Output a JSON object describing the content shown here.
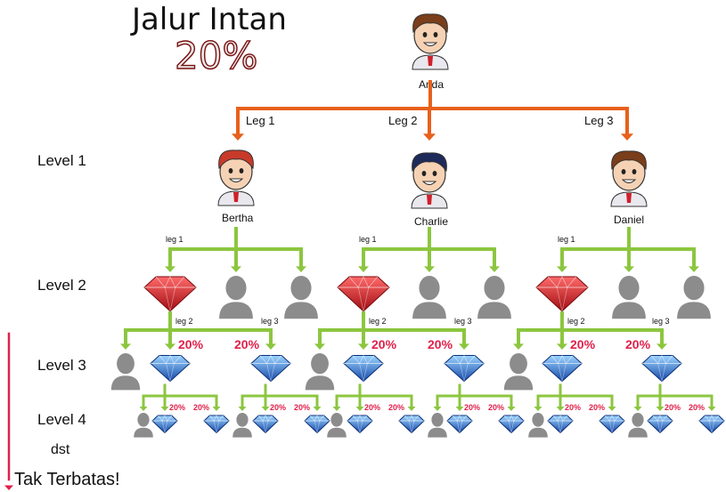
{
  "title": "Jalur Intan",
  "percent": "20%",
  "levels": [
    "Level 1",
    "Level 2",
    "Level 3",
    "Level 4"
  ],
  "etc": "dst",
  "unlimited": "Tak Terbatas!",
  "root": {
    "name": "Anda"
  },
  "level1": [
    {
      "leg": "Leg 1",
      "name": "Bertha"
    },
    {
      "leg": "Leg 2",
      "name": "Charlie"
    },
    {
      "leg": "Leg 3",
      "name": "Daniel"
    }
  ],
  "small_legs": [
    "leg 1",
    "leg 2",
    "leg 3"
  ],
  "bonus_label": "20%",
  "colors": {
    "orange": "#e8601c",
    "green": "#8cc63f",
    "red": "#e0204a",
    "ruby": "#d71920",
    "diamond": "#1e63c8",
    "person": "#8c8c8c"
  }
}
